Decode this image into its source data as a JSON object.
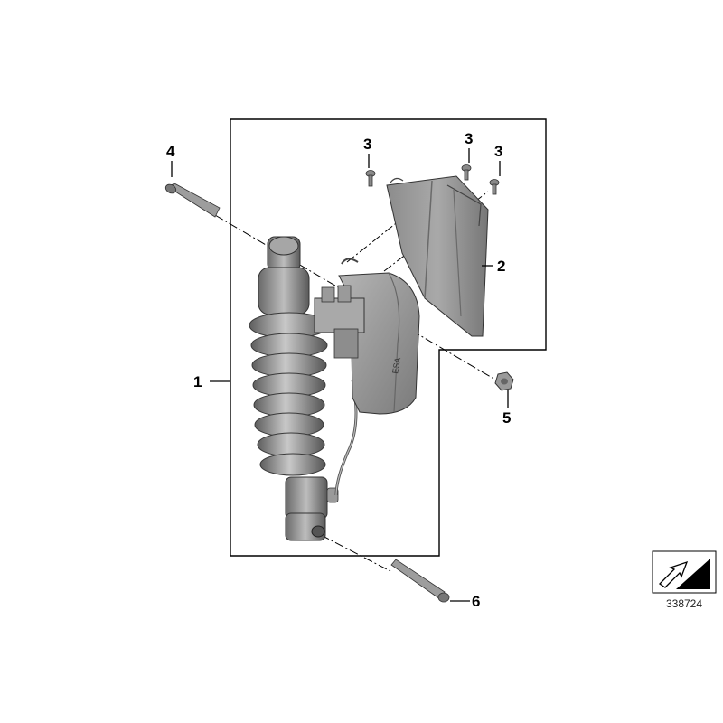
{
  "diagram": {
    "callouts": [
      {
        "part": "shock-absorber",
        "label": "1"
      },
      {
        "part": "cover-bracket",
        "label": "2"
      },
      {
        "part": "screw-a",
        "label": "3"
      },
      {
        "part": "screw-b",
        "label": "3"
      },
      {
        "part": "screw-c",
        "label": "3"
      },
      {
        "part": "upper-bolt",
        "label": "4"
      },
      {
        "part": "nut",
        "label": "5"
      },
      {
        "part": "lower-bolt",
        "label": "6"
      }
    ],
    "diagram_number": "338724",
    "colors": {
      "line": "#000000",
      "part_dark": "#6e6e6e",
      "part_mid": "#9a9a9a",
      "part_light": "#c9c9c9"
    }
  }
}
